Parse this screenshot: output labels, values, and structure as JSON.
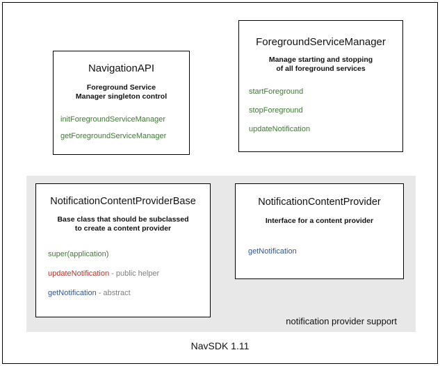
{
  "diagram": {
    "footer_caption": "NavSDK 1.11",
    "group": {
      "label": "notification provider support",
      "background_color": "#e8e8e8"
    },
    "colors": {
      "green": "#3d7a33",
      "red": "#be2f26",
      "blue": "#2c56a0",
      "note_gray": "#7d7d7d",
      "border": "#000000",
      "background": "#ffffff"
    },
    "boxes": [
      {
        "id": "navigation-api",
        "title": "NavigationAPI",
        "description_lines": [
          "Foreground Service",
          "Manager singleton control"
        ],
        "members": [
          {
            "name": "initForegroundServiceManager",
            "color": "green",
            "note": ""
          },
          {
            "name": "getForegroundServiceManager",
            "color": "green",
            "note": ""
          }
        ]
      },
      {
        "id": "foreground-service-manager",
        "title": "ForegroundServiceManager",
        "description_lines": [
          "Manage starting and stopping",
          "of all foreground services"
        ],
        "members": [
          {
            "name": "startForeground",
            "color": "green",
            "note": ""
          },
          {
            "name": "stopForeground",
            "color": "green",
            "note": ""
          },
          {
            "name": "updateNotification",
            "color": "green",
            "note": ""
          }
        ]
      },
      {
        "id": "notification-content-provider-base",
        "title": "NotificationContentProviderBase",
        "description_lines": [
          "Base class that should be subclassed",
          "to create a content provider"
        ],
        "members": [
          {
            "name": "super(application)",
            "color": "green",
            "note": ""
          },
          {
            "name": "updateNotification",
            "color": "red",
            "note": " - public helper"
          },
          {
            "name": "getNotification",
            "color": "blue",
            "note": " - abstract"
          }
        ]
      },
      {
        "id": "notification-content-provider",
        "title": "NotificationContentProvider",
        "description_lines": [
          "Interface for a content provider"
        ],
        "members": [
          {
            "name": "getNotification",
            "color": "blue",
            "note": ""
          }
        ]
      }
    ]
  }
}
